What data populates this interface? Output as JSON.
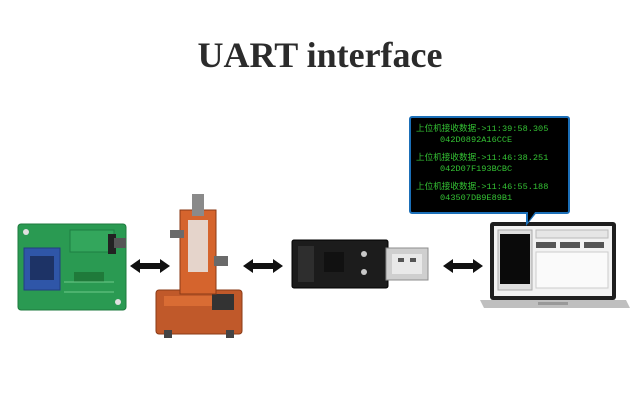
{
  "title": "UART interface",
  "terminal": {
    "entries": [
      {
        "header": "上位机接收数据->11:39:58.305",
        "value": "042D0892A16CCE"
      },
      {
        "header": "上位机接收数据->11:46:38.251",
        "value": "042D07F193BCBC"
      },
      {
        "header": "上位机接收数据->11:46:55.188",
        "value": "043507DB9E89B1"
      }
    ]
  },
  "devices": [
    {
      "name": "rfid-module-board",
      "icon": "pcb-board-icon"
    },
    {
      "name": "arduino-tester",
      "icon": "test-fixture-icon"
    },
    {
      "name": "usb-uart-adapter",
      "icon": "usb-adapter-icon"
    },
    {
      "name": "laptop",
      "icon": "laptop-icon"
    }
  ],
  "colors": {
    "terminal_text": "#34c234",
    "terminal_border": "#1b6fb8",
    "arrow": "#111111"
  }
}
